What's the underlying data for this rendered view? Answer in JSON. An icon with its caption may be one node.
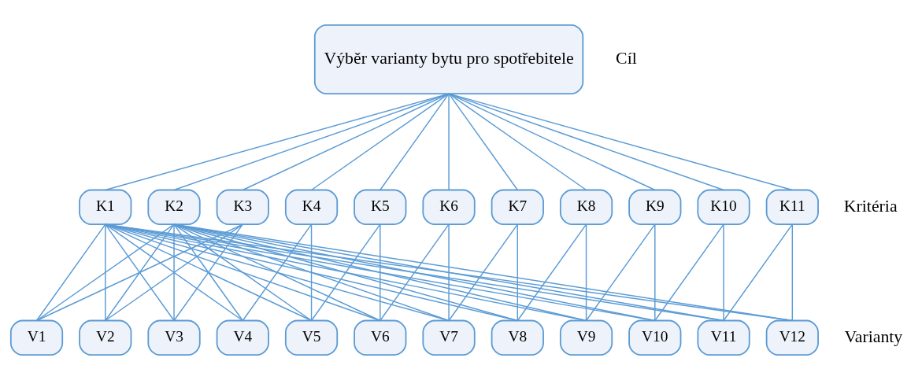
{
  "diagram": {
    "nodes": [
      {
        "text": [
          "Výběr varianty bytu pro spotřebitele"
        ]
      },
      {
        "text": [
          "K1"
        ]
      },
      {
        "text": [
          "K2"
        ]
      },
      {
        "text": [
          "K3"
        ]
      },
      {
        "text": [
          "K4"
        ]
      },
      {
        "text": [
          "K5"
        ]
      },
      {
        "text": [
          "K6"
        ]
      },
      {
        "text": [
          "K7"
        ]
      },
      {
        "text": [
          "K8"
        ]
      },
      {
        "text": [
          "K9"
        ]
      },
      {
        "text": [
          "K10"
        ]
      },
      {
        "text": [
          "K11"
        ]
      },
      {
        "text": [
          "V1"
        ]
      },
      {
        "text": [
          "V2"
        ]
      },
      {
        "text": [
          "V3"
        ]
      },
      {
        "text": [
          "V4"
        ]
      },
      {
        "text": [
          "V5"
        ]
      },
      {
        "text": [
          "V6"
        ]
      },
      {
        "text": [
          "V7"
        ]
      },
      {
        "text": [
          "V8"
        ]
      },
      {
        "text": [
          "V9"
        ]
      },
      {
        "text": [
          "V10"
        ]
      },
      {
        "text": [
          "V11"
        ]
      },
      {
        "text": [
          "V12"
        ]
      }
    ],
    "edges": [
      {
        "from": 0,
        "to": 1,
        "arrow": "none"
      },
      {
        "from": 0,
        "to": 2,
        "arrow": "none"
      },
      {
        "from": 0,
        "to": 3,
        "arrow": "none"
      },
      {
        "from": 0,
        "to": 4,
        "arrow": "none"
      },
      {
        "from": 0,
        "to": 5,
        "arrow": "none"
      },
      {
        "from": 0,
        "to": 6,
        "arrow": "none"
      },
      {
        "from": 0,
        "to": 7,
        "arrow": "none"
      },
      {
        "from": 0,
        "to": 8,
        "arrow": "none"
      },
      {
        "from": 0,
        "to": 9,
        "arrow": "none"
      },
      {
        "from": 0,
        "to": 10,
        "arrow": "none"
      },
      {
        "from": 0,
        "to": 11,
        "arrow": "none"
      },
      {
        "from": 1,
        "to": 12,
        "arrow": "none"
      },
      {
        "from": 1,
        "to": 13,
        "arrow": "none"
      },
      {
        "from": 1,
        "to": 14,
        "arrow": "none"
      },
      {
        "from": 1,
        "to": 15,
        "arrow": "none"
      },
      {
        "from": 1,
        "to": 16,
        "arrow": "none"
      },
      {
        "from": 1,
        "to": 17,
        "arrow": "none"
      },
      {
        "from": 1,
        "to": 18,
        "arrow": "none"
      },
      {
        "from": 1,
        "to": 19,
        "arrow": "none"
      },
      {
        "from": 1,
        "to": 20,
        "arrow": "none"
      },
      {
        "from": 1,
        "to": 21,
        "arrow": "none"
      },
      {
        "from": 1,
        "to": 22,
        "arrow": "none"
      },
      {
        "from": 1,
        "to": 23,
        "arrow": "none"
      },
      {
        "from": 2,
        "to": 12,
        "arrow": "none"
      },
      {
        "from": 2,
        "to": 13,
        "arrow": "none"
      },
      {
        "from": 2,
        "to": 14,
        "arrow": "none"
      },
      {
        "from": 2,
        "to": 15,
        "arrow": "none"
      },
      {
        "from": 2,
        "to": 16,
        "arrow": "none"
      },
      {
        "from": 2,
        "to": 17,
        "arrow": "none"
      },
      {
        "from": 2,
        "to": 18,
        "arrow": "none"
      },
      {
        "from": 2,
        "to": 19,
        "arrow": "none"
      },
      {
        "from": 2,
        "to": 20,
        "arrow": "none"
      },
      {
        "from": 2,
        "to": 21,
        "arrow": "none"
      },
      {
        "from": 2,
        "to": 22,
        "arrow": "none"
      },
      {
        "from": 2,
        "to": 23,
        "arrow": "none"
      },
      {
        "from": 3,
        "to": 12,
        "arrow": "none"
      },
      {
        "from": 3,
        "to": 13,
        "arrow": "none"
      },
      {
        "from": 3,
        "to": 14,
        "arrow": "none"
      },
      {
        "from": 4,
        "to": 15,
        "arrow": "none"
      },
      {
        "from": 4,
        "to": 16,
        "arrow": "none"
      },
      {
        "from": 5,
        "to": 16,
        "arrow": "none"
      },
      {
        "from": 5,
        "to": 17,
        "arrow": "none"
      },
      {
        "from": 6,
        "to": 17,
        "arrow": "none"
      },
      {
        "from": 6,
        "to": 18,
        "arrow": "none"
      },
      {
        "from": 7,
        "to": 18,
        "arrow": "none"
      },
      {
        "from": 7,
        "to": 19,
        "arrow": "none"
      },
      {
        "from": 8,
        "to": 19,
        "arrow": "none"
      },
      {
        "from": 8,
        "to": 20,
        "arrow": "none"
      },
      {
        "from": 9,
        "to": 20,
        "arrow": "none"
      },
      {
        "from": 9,
        "to": 21,
        "arrow": "none"
      },
      {
        "from": 10,
        "to": 21,
        "arrow": "none"
      },
      {
        "from": 10,
        "to": 22,
        "arrow": "none"
      },
      {
        "from": 11,
        "to": 22,
        "arrow": "none"
      },
      {
        "from": 11,
        "to": 23,
        "arrow": "none"
      }
    ],
    "labels": [
      "Cíl",
      "Kritéria",
      "Varianty"
    ]
  }
}
